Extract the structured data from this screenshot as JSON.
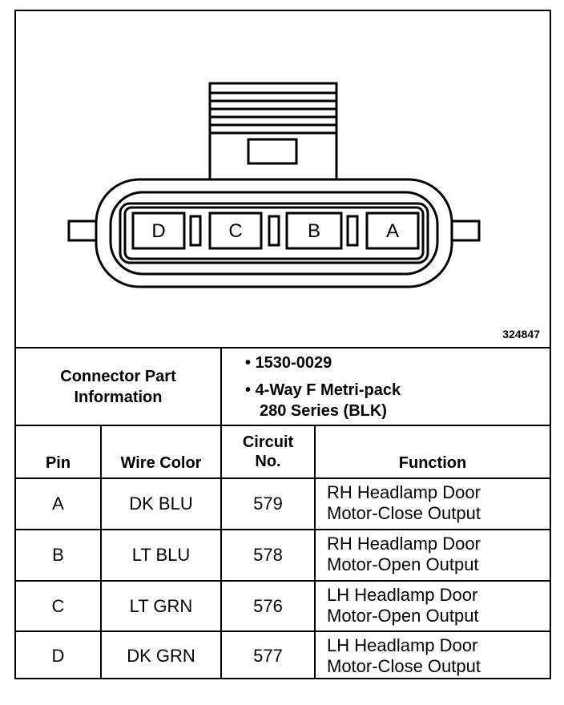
{
  "diagram": {
    "figure_number": "324847",
    "pin_labels": [
      "D",
      "C",
      "B",
      "A"
    ]
  },
  "part_info": {
    "label": "Connector Part Information",
    "bullets": [
      "1530-0029",
      "4-Way F Metri-pack",
      "280 Series (BLK)"
    ]
  },
  "table": {
    "headers": {
      "pin": "Pin",
      "wire_color": "Wire Color",
      "circuit_line1": "Circuit",
      "circuit_line2": "No.",
      "function": "Function"
    },
    "rows": [
      {
        "pin": "A",
        "wire_color": "DK BLU",
        "circuit": "579",
        "function_line1": "RH Headlamp Door",
        "function_line2": "Motor-Close Output"
      },
      {
        "pin": "B",
        "wire_color": "LT BLU",
        "circuit": "578",
        "function_line1": "RH Headlamp Door",
        "function_line2": "Motor-Open Output"
      },
      {
        "pin": "C",
        "wire_color": "LT GRN",
        "circuit": "576",
        "function_line1": "LH Headlamp Door",
        "function_line2": "Motor-Open Output"
      },
      {
        "pin": "D",
        "wire_color": "DK GRN",
        "circuit": "577",
        "function_line1": "LH Headlamp Door",
        "function_line2": "Motor-Close Output"
      }
    ]
  }
}
